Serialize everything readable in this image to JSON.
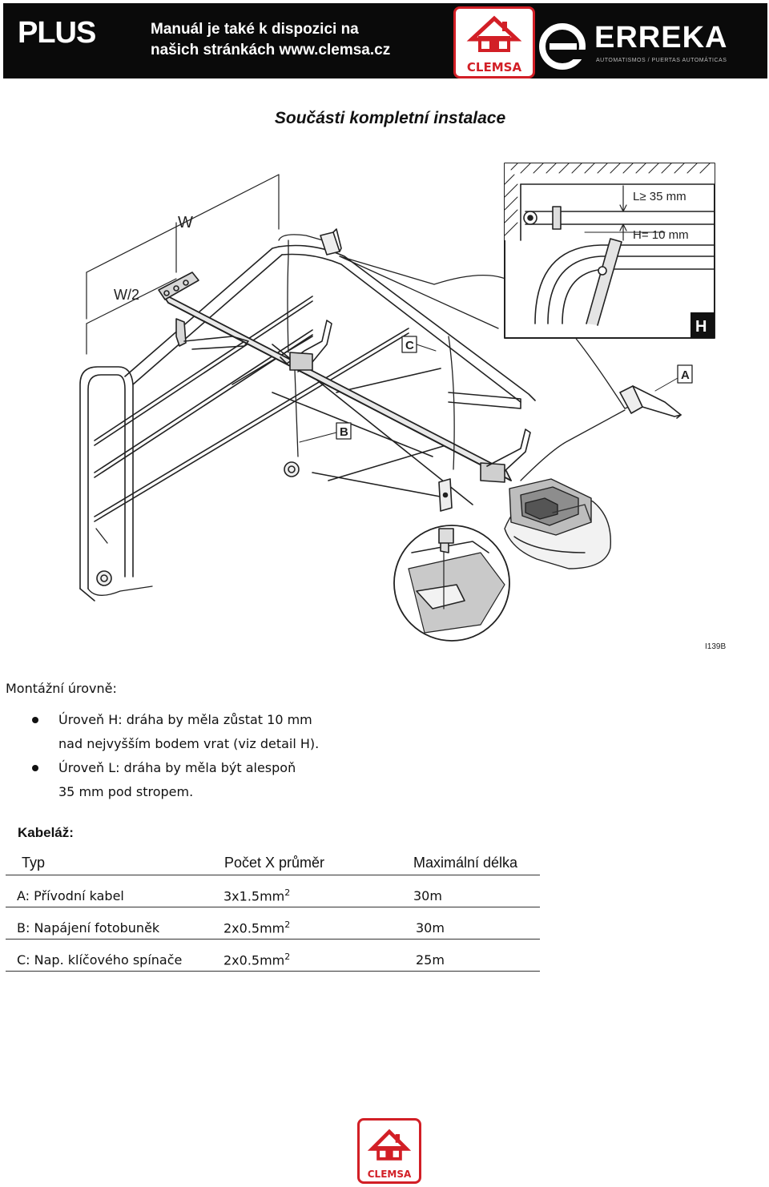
{
  "header": {
    "brand": "PLUS",
    "notice_line1": "Manuál je také k dispozici na",
    "notice_line2": "našich stránkách www.clemsa.cz",
    "clemsa_logo_text": "CLEMSA",
    "erreka_logo_text": "ERREKA",
    "erreka_tagline": "AUTOMATISMOS / PUERTAS AUTOMÁTICAS"
  },
  "title": "Součásti kompletní instalace",
  "diagram": {
    "label_w": "W",
    "label_w2": "W/2",
    "label_a": "A",
    "label_b": "B",
    "label_c": "C",
    "label_h": "H",
    "detail_l": "L≥ 35 mm",
    "detail_h": "H= 10 mm",
    "figure_code": "I139B"
  },
  "mounting": {
    "heading": "Montážní úrovně:",
    "items": [
      {
        "line1": "Úroveň H: dráha by měla zůstat 10 mm",
        "line2": "nad nejvyšším bodem vrat (viz detail H)."
      },
      {
        "line1": "Úroveň L: dráha by měla být alespoň",
        "line2": "35 mm pod stropem."
      }
    ]
  },
  "cabling": {
    "heading": "Kabeláž:",
    "columns": [
      "Typ",
      "Počet X průměr",
      "Maximální délka"
    ],
    "rows": [
      {
        "type": "A: Přívodní kabel",
        "count": "3x1.5mm",
        "exp": "2",
        "length": "30m"
      },
      {
        "type": "B: Napájení fotobuněk",
        "count": "2x0.5mm",
        "exp": "2",
        "length": "30m"
      },
      {
        "type": "C: Nap. klíčového spínače",
        "count": "2x0.5mm",
        "exp": "2",
        "length": "25m"
      }
    ]
  },
  "footer": {
    "logo_text": "CLEMSA"
  }
}
